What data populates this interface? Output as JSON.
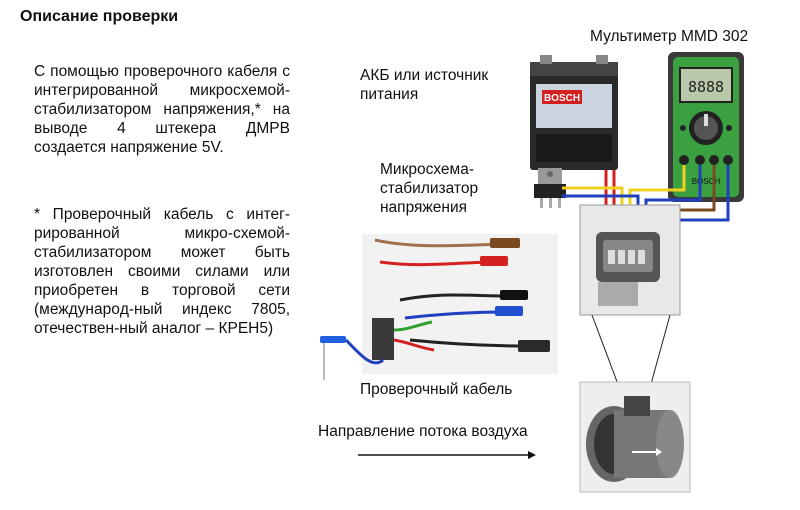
{
  "page": {
    "title": "Описание проверки",
    "paragraph1": "С помощью проверочного кабеля с интегрированной микросхемой-стабилизатором напряжения,* на выводе 4 штекера ДМРВ создается напряжение 5V.",
    "paragraph2": "* Проверочный кабель с интег-рированной микро-схемой-стабилизатором может быть изготовлен своими силами или приобретен в торговой сети (междунарoд-ный индекс 7805, отечествен-ный аналог – КРЕН5)"
  },
  "labels": {
    "multimeter": "Мультиметр MMD 302",
    "battery_line1": "АКБ или источник",
    "battery_line2": "питания",
    "chip_line1": "Микросхема-",
    "chip_line2": "стабилизатор",
    "chip_line3": "напряжения",
    "cable": "Проверочный кабель",
    "flow": "Направление потока воздуха"
  },
  "device_text": {
    "battery_brand": "BOSCH",
    "meter_display": "8888",
    "meter_brand": "BOSCH"
  },
  "colors": {
    "wire_red": "#d42020",
    "wire_yellow": "#f0d020",
    "wire_blue": "#2040c0",
    "wire_brown": "#7a4a20",
    "meter_green": "#3aa040"
  }
}
